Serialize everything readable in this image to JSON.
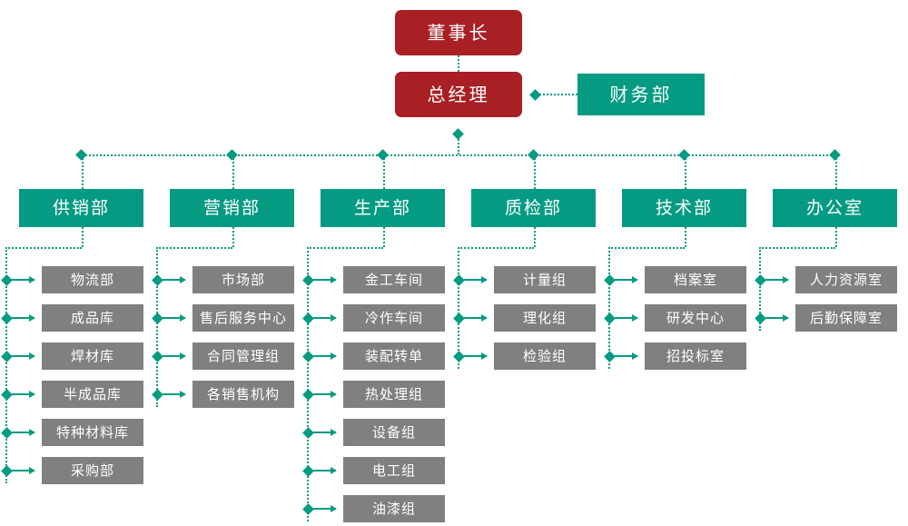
{
  "chart": {
    "title": "",
    "type": "org-chart",
    "colors": {
      "executive": "#A81F24",
      "department": "#059B82",
      "subunit": "#808080",
      "connector": "#059B82",
      "background": "#FFFFFF"
    }
  },
  "executives": [
    {
      "id": "chairman",
      "label": "董事长"
    },
    {
      "id": "general-manager",
      "label": "总经理"
    }
  ],
  "staff_units": [
    {
      "id": "finance",
      "label": "财务部"
    }
  ],
  "departments": [
    {
      "id": "supply-sales",
      "label": "供销部",
      "children": [
        {
          "label": "物流部"
        },
        {
          "label": "成品库"
        },
        {
          "label": "焊材库"
        },
        {
          "label": "半成品库"
        },
        {
          "label": "特种材料库"
        },
        {
          "label": "采购部"
        }
      ]
    },
    {
      "id": "marketing",
      "label": "营销部",
      "children": [
        {
          "label": "市场部"
        },
        {
          "label": "售后服务中心"
        },
        {
          "label": "合同管理组"
        },
        {
          "label": "各销售机构"
        }
      ]
    },
    {
      "id": "production",
      "label": "生产部",
      "children": [
        {
          "label": "金工车间"
        },
        {
          "label": "冷作车间"
        },
        {
          "label": "装配转单"
        },
        {
          "label": "热处理组"
        },
        {
          "label": "设备组"
        },
        {
          "label": "电工组"
        },
        {
          "label": "油漆组"
        }
      ]
    },
    {
      "id": "quality-inspection",
      "label": "质检部",
      "children": [
        {
          "label": "计量组"
        },
        {
          "label": "理化组"
        },
        {
          "label": "检验组"
        }
      ]
    },
    {
      "id": "technology",
      "label": "技术部",
      "children": [
        {
          "label": "档案室"
        },
        {
          "label": "研发中心"
        },
        {
          "label": "招投标室"
        }
      ]
    },
    {
      "id": "office",
      "label": "办公室",
      "children": [
        {
          "label": "人力资源室"
        },
        {
          "label": "后勤保障室"
        }
      ]
    }
  ]
}
